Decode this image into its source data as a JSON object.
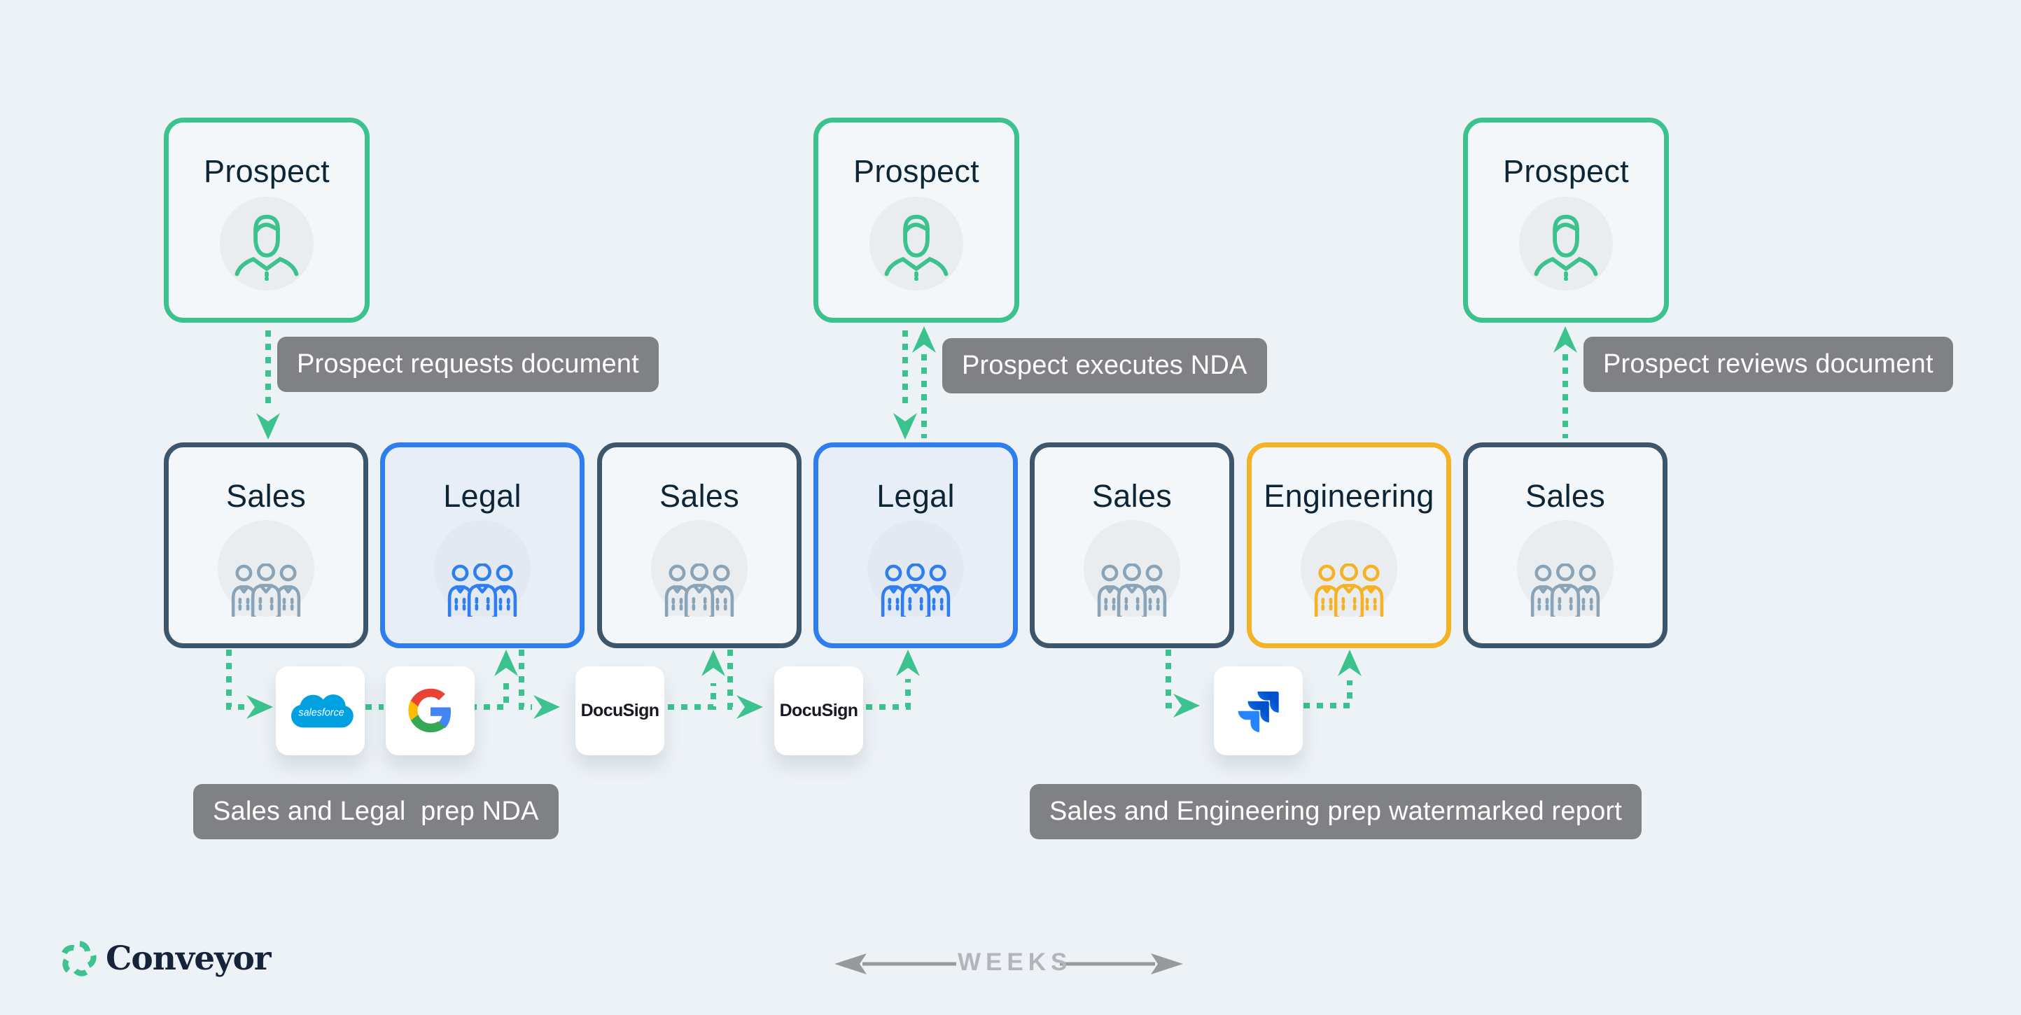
{
  "prospects": [
    {
      "label": "Prospect"
    },
    {
      "label": "Prospect"
    },
    {
      "label": "Prospect"
    }
  ],
  "departments": [
    {
      "label": "Sales"
    },
    {
      "label": "Legal"
    },
    {
      "label": "Sales"
    },
    {
      "label": "Legal"
    },
    {
      "label": "Sales"
    },
    {
      "label": "Engineering"
    },
    {
      "label": "Sales"
    }
  ],
  "callouts": {
    "requests": "Prospect requests document",
    "executes": "Prospect executes NDA",
    "reviews": "Prospect reviews document",
    "prep_nda": "Sales and Legal  prep NDA",
    "prep_report": "Sales and Engineering prep watermarked report"
  },
  "tools": {
    "salesforce": "salesforce",
    "docusign": "DocuSign"
  },
  "footer": {
    "brand": "Conveyor",
    "timeline": "WEEKS"
  },
  "colors": {
    "bg": "#edf2f6",
    "box-fill": "#f4f7fa",
    "ink": "#0e2536",
    "green": "#3cc28e",
    "sales": "#3d566b",
    "legal": "#2f7ef0",
    "engineering": "#f4b224",
    "chip": "#7f8184",
    "salesforce-blue": "#00a1e0",
    "jira-blue": "#2684ff",
    "google-red": "#ea4335",
    "google-blue": "#4285f4",
    "google-green": "#34a853",
    "google-yellow": "#fbbc05"
  }
}
